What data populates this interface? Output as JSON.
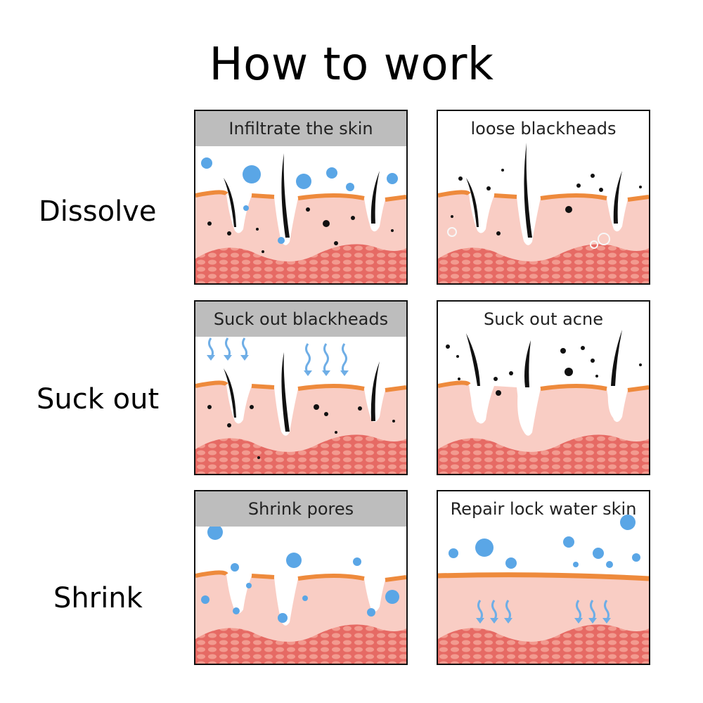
{
  "title": "How to work",
  "rows": [
    {
      "label": "Dissolve",
      "panels": [
        {
          "caption": "Infiltrate the skin",
          "caption_style": "grey",
          "scene": "infiltrate"
        },
        {
          "caption": "loose blackheads",
          "caption_style": "plain",
          "scene": "loose"
        }
      ]
    },
    {
      "label": "Suck out",
      "panels": [
        {
          "caption": "Suck out blackheads",
          "caption_style": "grey",
          "scene": "suck_blackheads"
        },
        {
          "caption": "Suck out acne",
          "caption_style": "plain",
          "scene": "suck_acne"
        }
      ]
    },
    {
      "label": "Shrink",
      "panels": [
        {
          "caption": "Shrink pores",
          "caption_style": "grey",
          "scene": "shrink"
        },
        {
          "caption": "Repair lock water skin",
          "caption_style": "plain",
          "scene": "repair"
        }
      ]
    }
  ],
  "colors": {
    "skin": "#f9cdc4",
    "skin_edge": "#f4b9ab",
    "surface_line": "#ee8a3c",
    "dermis": "#e66a64",
    "dermis_pattern": "#f29a8f",
    "hair": "#111111",
    "water_drop": "#5aa6e6",
    "arrow": "#6faee6",
    "blackhead": "#111111",
    "caption_grey": "#bdbdbd"
  }
}
